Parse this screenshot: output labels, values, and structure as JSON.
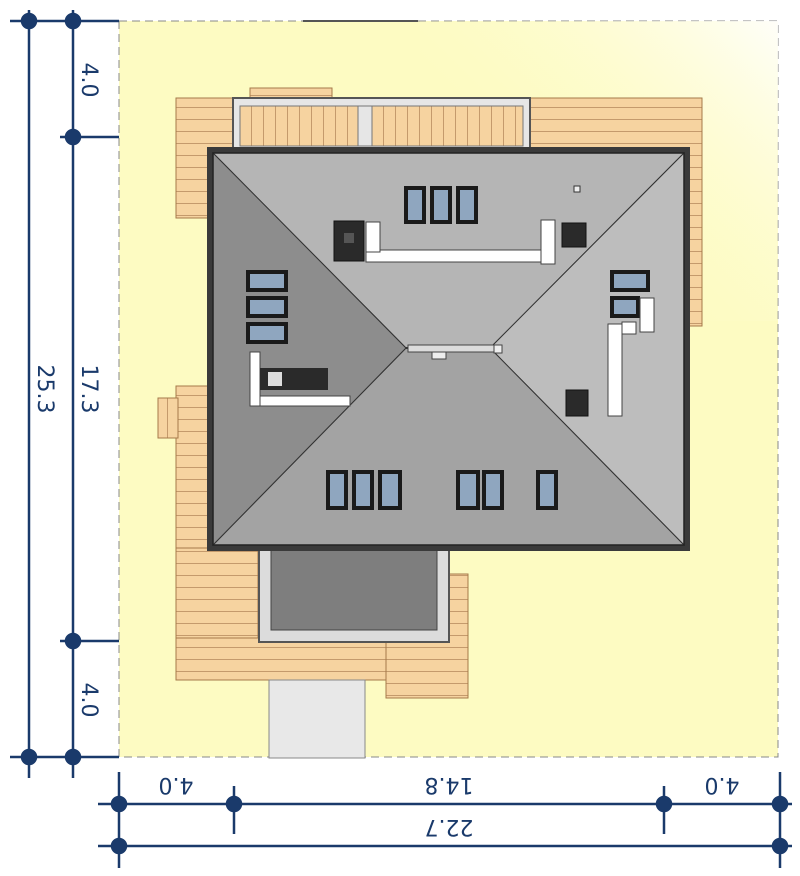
{
  "dimensions": {
    "bottom_segments": [
      "4.0",
      "14.8",
      "4.0"
    ],
    "bottom_total": "22.7",
    "left_segments": [
      "4.0",
      "17.3",
      "4.0"
    ],
    "left_total": "25.3"
  },
  "colors": {
    "dimension_line": "#1a3a6b",
    "site": "#fdfbc2",
    "wood_deck": "#f6d3a0",
    "roof_light": "#b2b2b2",
    "roof_dark": "#8d8d8d",
    "window_glass": "#8fa6bf",
    "path": "#e8e8e8"
  },
  "plan": {
    "roof_windows_count": 14,
    "chimneys_count": 3
  }
}
